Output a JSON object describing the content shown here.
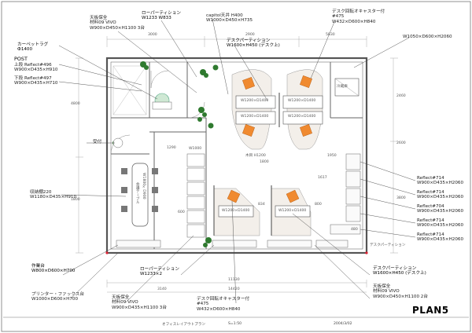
{
  "plan_title": "PLAN5",
  "title_block": {
    "project": "オフィスレイアウトプラン",
    "scale": "S=1:50",
    "date": "2004/3/02"
  },
  "labels": {
    "low_partition_top": [
      "ローパーティション",
      "W1233 W833"
    ],
    "storage_top": [
      "天板保全",
      "材料09 VIVO",
      "W900×D450×H1100 3台"
    ],
    "ceiling_desk": [
      "capitol天井 H400",
      "W1000×D450×H735"
    ],
    "desk_partition_top": [
      "デスクパーティション",
      "W1600×H450 (デスク上)"
    ],
    "chair_top_right": [
      "デスク回転オキャスター付",
      "#475",
      "W432×D600×H840"
    ],
    "ref_top_right": "W1050×D600×H2060",
    "carpet": [
      "カーペットラグ",
      "Ф1400"
    ],
    "post": "POST",
    "reflect_496": [
      "上段 Reflect#496",
      "W900×D435×H910"
    ],
    "reflect_497": [
      "下段 Reflect#497",
      "W900×D435×H710"
    ],
    "reception": "受付",
    "storage_left": [
      "収納棚220",
      "W1180×D435×H910"
    ],
    "meeting_table": "会議テーブル",
    "meeting_table_size": "W1800×D900",
    "worker_desk": [
      "作業台",
      "W800×D600×H700"
    ],
    "low_partition_bottom": [
      "ローパーティション",
      "W1233×2"
    ],
    "fax_stand": [
      "プリンター・ファックス台",
      "W1000×D600×H700"
    ],
    "storage_bottom": [
      "天板保全",
      "材料09 VIVO",
      "W900×D435×H1100 3台"
    ],
    "chair_bottom": [
      "デスク回転オキャスター付",
      "#475",
      "W432×D600×H840"
    ],
    "desk_partition_bottom": [
      "デスクパーティション",
      "W1600×H450 (デスク上)"
    ],
    "storage_bottom_right": [
      "天板保全",
      "材料09 VIVO",
      "W900×D450×H1100 2台"
    ],
    "reflect_714a": [
      "Reflect#714",
      "W900×D435×H2060"
    ],
    "reflect_714b": [
      "Reflect#714",
      "W900×D435×H2060"
    ],
    "reflect_704": [
      "Reflect#704",
      "W900×D435×H2060"
    ],
    "reflect_714c": [
      "Reflect#714",
      "W900×D435×H2060"
    ],
    "reflect_714d": [
      "Reflect#714",
      "W900×D435×H2060"
    ],
    "desk_partition_mid": "デスクパーティション",
    "desk_label": "W1200×D1400",
    "fridge": "冷蔵庫",
    "shelf_tag": "W1000",
    "main_desk_tag": "木目 H1200",
    "dims": [
      "3000",
      "2900",
      "5830",
      "1800",
      "4800",
      "2460",
      "1290",
      "1617",
      "834",
      "800",
      "1800",
      "3800",
      "11130",
      "3140",
      "14420",
      "2600",
      "1950",
      "600",
      "480"
    ]
  }
}
